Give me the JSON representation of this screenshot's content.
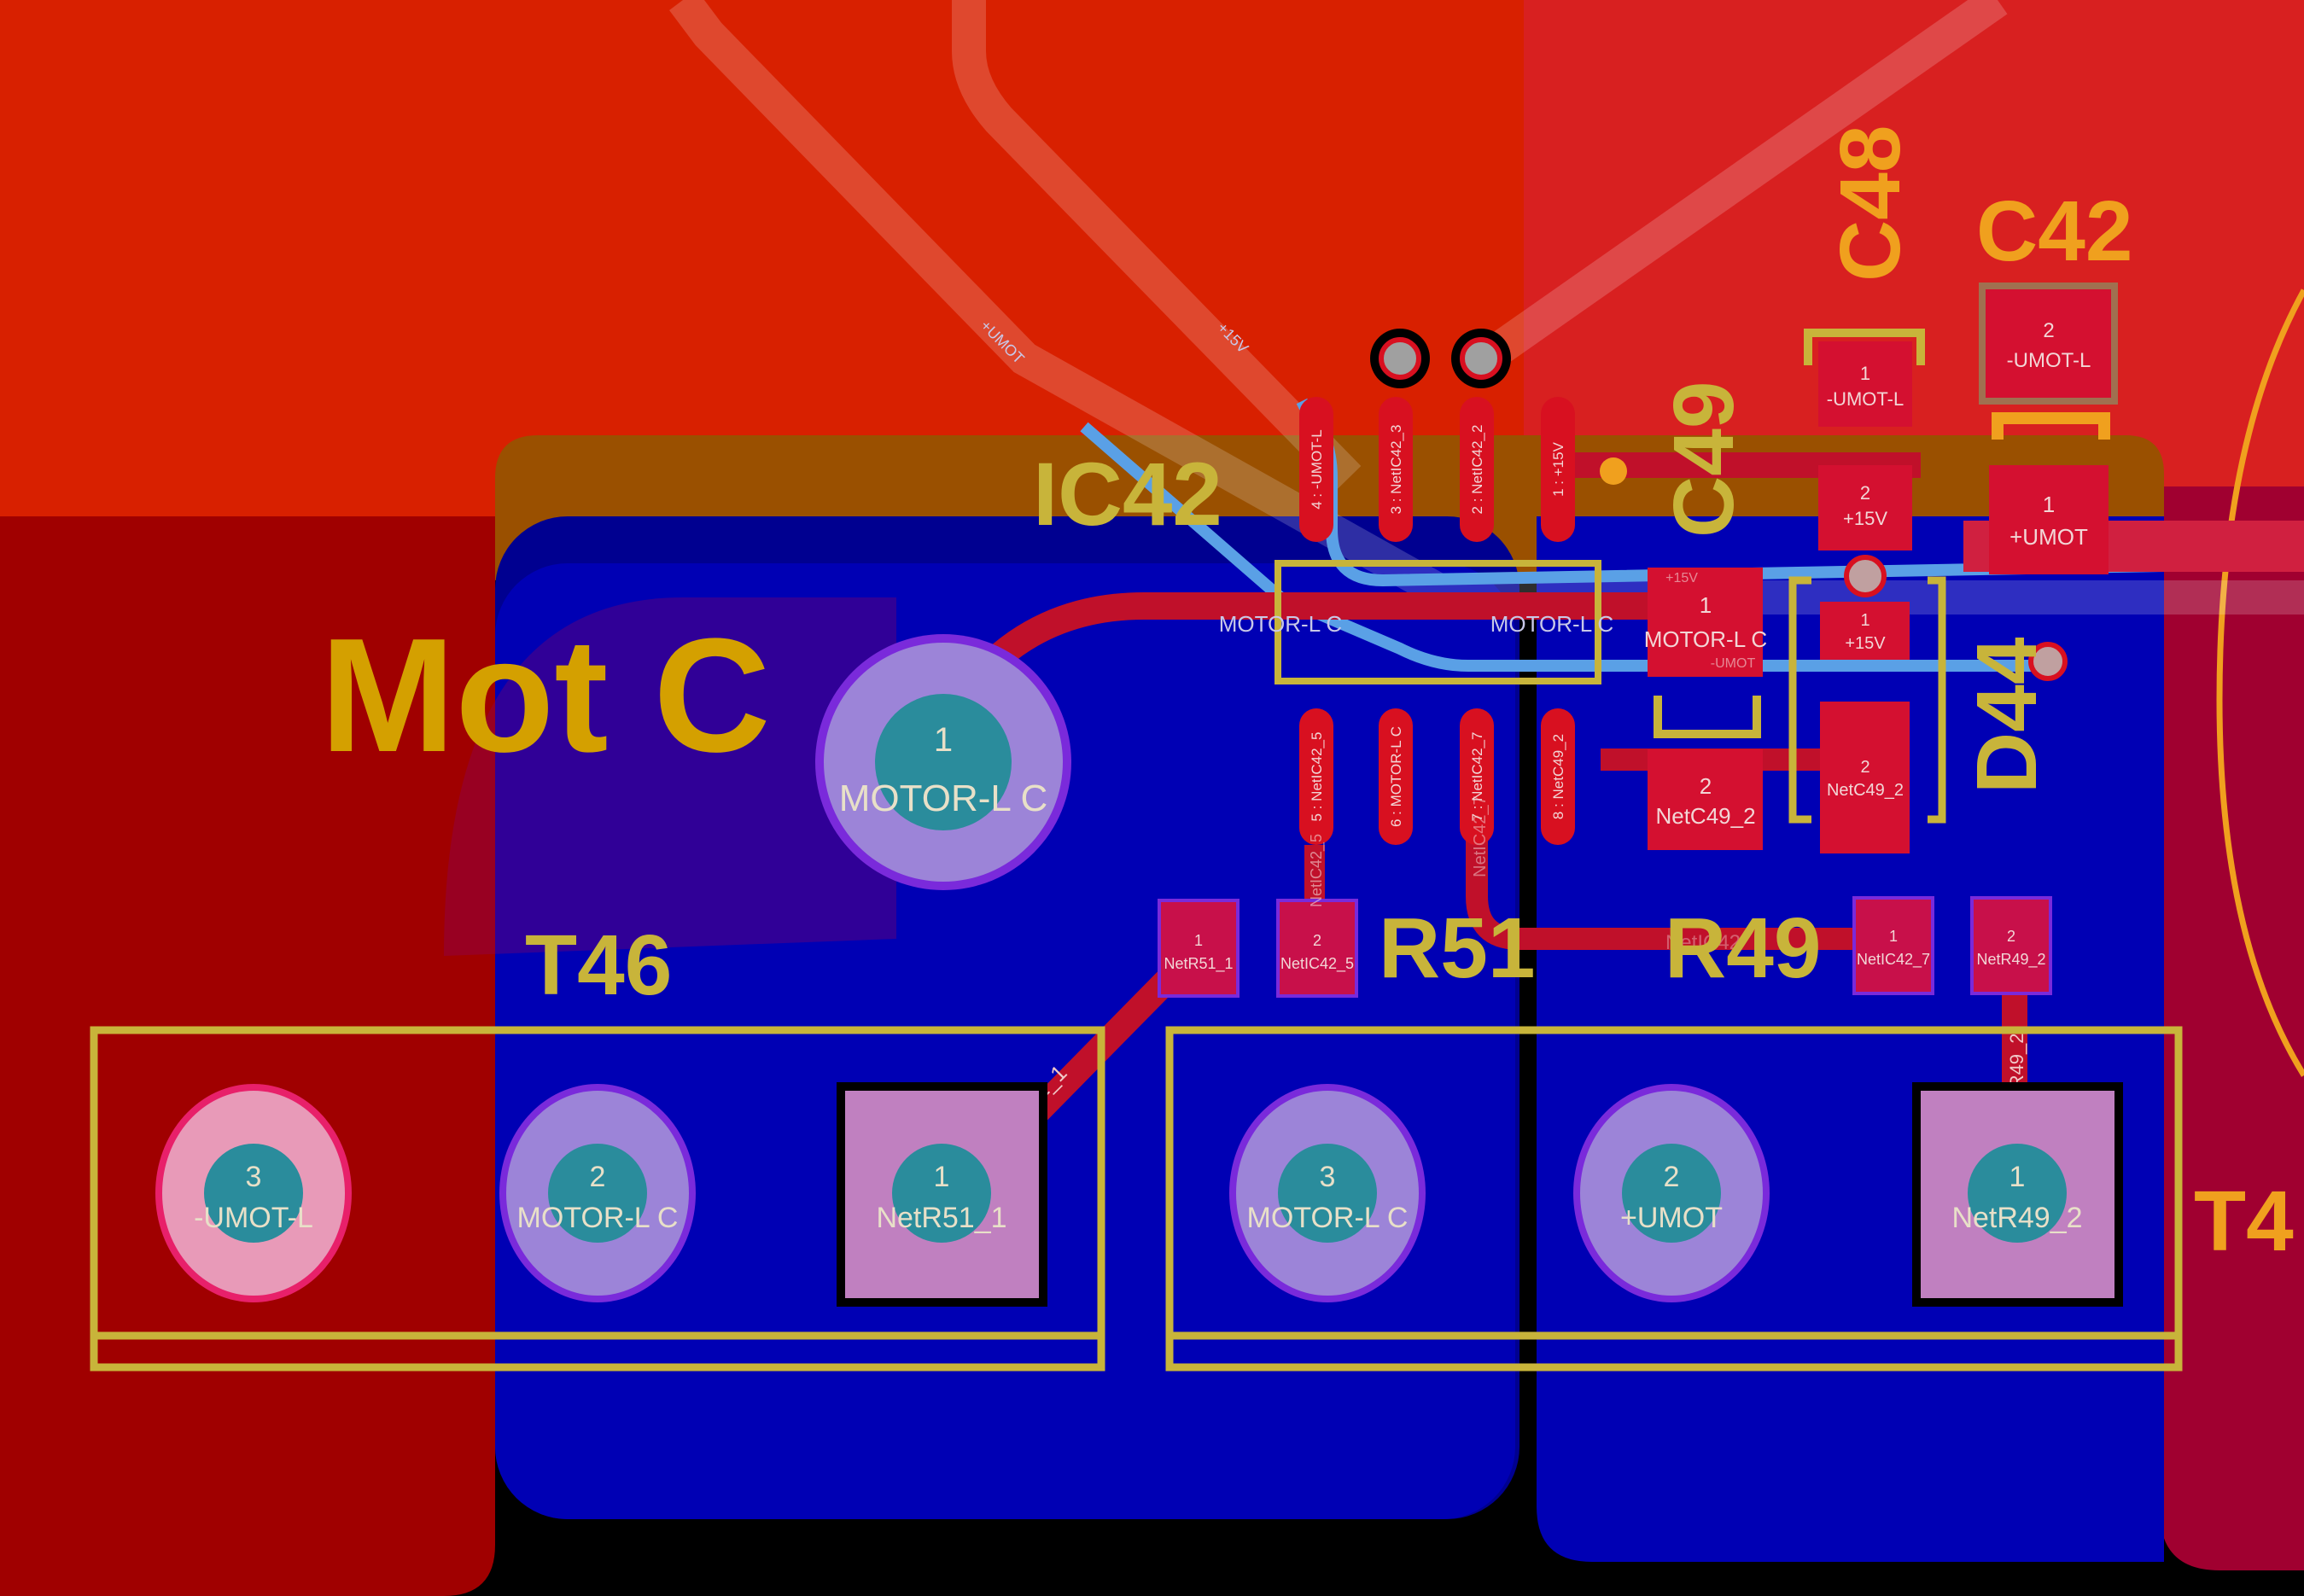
{
  "designators": {
    "mot_c": "Mot C",
    "ic42": "IC42",
    "t46": "T46",
    "r51": "R51",
    "r49": "R49",
    "c48": "C48",
    "c42": "C42",
    "c49": "C49",
    "d44": "D44",
    "t4x": "T4"
  },
  "t46_pads": [
    {
      "num": "3",
      "net": "-UMOT-L"
    },
    {
      "num": "2",
      "net": "MOTOR-L C"
    },
    {
      "num": "1",
      "net": "NetR51_1"
    }
  ],
  "t4x_pads": [
    {
      "num": "3",
      "net": "MOTOR-L C"
    },
    {
      "num": "2",
      "net": "+UMOT"
    },
    {
      "num": "1",
      "net": "NetR49_2"
    }
  ],
  "big_pad": {
    "num": "1",
    "net": "MOTOR-L C"
  },
  "ic42_pins_top": [
    "4 : -UMOT-L",
    "3 : NetIC42_3",
    "2 : NetIC42_2",
    "1 : +15V"
  ],
  "ic42_pins_bottom": [
    "5 : NetIC42_5",
    "6 : MOTOR-L C",
    "7 : NetIC42_7",
    "8 : NetC49_2"
  ],
  "r51_pads": [
    {
      "num": "1",
      "net": "NetR51_1"
    },
    {
      "num": "2",
      "net": "NetIC42_5"
    }
  ],
  "r49_pads": [
    {
      "num": "1",
      "net": "NetIC42_7"
    },
    {
      "num": "2",
      "net": "NetR49_2"
    }
  ],
  "c49_pads": [
    {
      "num": "1",
      "net": "MOTOR-L C"
    },
    {
      "num": "2",
      "net": "NetC49_2"
    }
  ],
  "c48_pads": [
    {
      "num": "1",
      "net": "-UMOT-L"
    },
    {
      "num": "2",
      "net": "+15V"
    }
  ],
  "c42_pads": [
    {
      "num": "2",
      "net": "-UMOT-L"
    },
    {
      "num": "1",
      "net": "+UMOT"
    }
  ],
  "d44_pads": [
    {
      "num": "1",
      "net": "+15V"
    },
    {
      "num": "2",
      "net": "NetC49_2"
    }
  ],
  "trace_labels": {
    "motor_lc_a": "MOTOR-L C",
    "motor_lc_b": "MOTOR-L C",
    "netr51_1": "NetR51_1",
    "netr49_2": "NetR49_2",
    "umot_track": "+UMOT",
    "v15_track": "+15V",
    "c49_ghost_15v": "+15V",
    "c49_ghost_umot": "-UMOT",
    "r49_ghost": "NetIC42",
    "ic42_7_ghost": "NetIC42_7",
    "r51_ghost": "NetIC42_5"
  },
  "colors": {
    "top_copper": "#e01010",
    "bottom_copper": "#0000b4",
    "silkscreen": "#c8b43a",
    "silkscreen_orange": "#f0a01e",
    "via_track": "#5aa0e6",
    "pad_ring": "#9c84d8",
    "drill": "#2a8c9c"
  }
}
